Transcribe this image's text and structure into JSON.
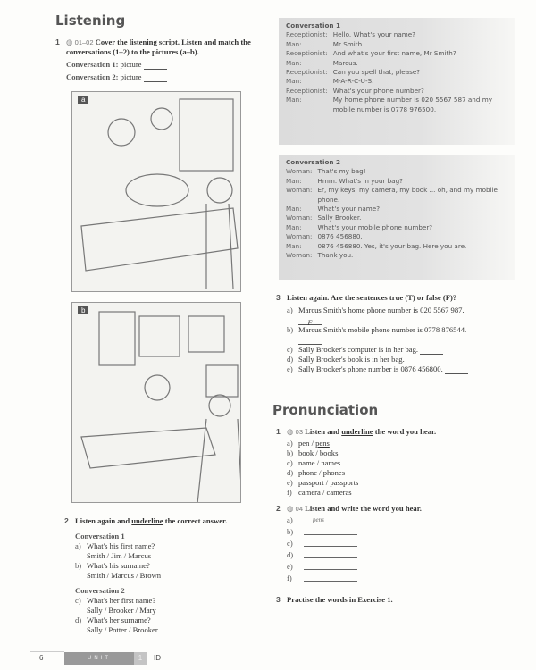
{
  "listening": {
    "title": "Listening",
    "ex1": {
      "num": "1",
      "track": "01–02",
      "instruction": "Cover the listening script. Listen and match the conversations (1–2) to the pictures (a–b).",
      "items": [
        {
          "label": "Conversation 1:",
          "text": "picture"
        },
        {
          "label": "Conversation 2:",
          "text": "picture"
        }
      ]
    },
    "pictures": [
      {
        "label": "a"
      },
      {
        "label": "b"
      }
    ],
    "ex2": {
      "num": "2",
      "instruction_pre": "Listen again and ",
      "instruction_u": "underline",
      "instruction_post": " the correct answer.",
      "groups": [
        {
          "title": "Conversation 1",
          "items": [
            {
              "k": "a)",
              "q": "What's his first name?",
              "opts": "Smith / Jim / Marcus"
            },
            {
              "k": "b)",
              "q": "What's his surname?",
              "opts": "Smith / Marcus / Brown"
            }
          ]
        },
        {
          "title": "Conversation 2",
          "items": [
            {
              "k": "c)",
              "q": "What's her first name?",
              "opts": "Sally / Brooker / Mary"
            },
            {
              "k": "d)",
              "q": "What's her surname?",
              "opts": "Sally / Potter / Brooker"
            }
          ]
        }
      ]
    },
    "conv1": {
      "title": "Conversation 1",
      "lines": [
        [
          "Receptionist:",
          "Hello. What's your name?"
        ],
        [
          "Man:",
          "Mr Smith."
        ],
        [
          "Receptionist:",
          "And what's your first name, Mr Smith?"
        ],
        [
          "Man:",
          "Marcus."
        ],
        [
          "Receptionist:",
          "Can you spell that, please?"
        ],
        [
          "Man:",
          "M-A-R-C-U-S."
        ],
        [
          "Receptionist:",
          "What's your phone number?"
        ],
        [
          "Man:",
          "My home phone number is 020 5567 587 and my mobile number is 0778 976500."
        ]
      ]
    },
    "conv2": {
      "title": "Conversation 2",
      "lines": [
        [
          "Woman:",
          "That's my bag!"
        ],
        [
          "Man:",
          "Hmm. What's in your bag?"
        ],
        [
          "Woman:",
          "Er, my keys, my camera, my book ... oh, and my mobile phone."
        ],
        [
          "Man:",
          "What's your name?"
        ],
        [
          "Woman:",
          "Sally Brooker."
        ],
        [
          "Man:",
          "What's your mobile phone number?"
        ],
        [
          "Woman:",
          "0876 456880."
        ],
        [
          "Man:",
          "0876 456880. Yes, it's your bag. Here you are."
        ],
        [
          "Woman:",
          "Thank you."
        ]
      ]
    },
    "ex3": {
      "num": "3",
      "instruction": "Listen again. Are the sentences true (T) or false (F)?",
      "items": [
        {
          "k": "a)",
          "text": "Marcus Smith's home phone number is 020 5567 987.",
          "answer": "F"
        },
        {
          "k": "b)",
          "text": "Marcus Smith's mobile phone number is 0778 876544.",
          "answer": ""
        },
        {
          "k": "c)",
          "text": "Sally Brooker's computer is in her bag.",
          "answer": ""
        },
        {
          "k": "d)",
          "text": "Sally Brooker's book is in her bag.",
          "answer": ""
        },
        {
          "k": "e)",
          "text": "Sally Brooker's phone number is 0876 456800.",
          "answer": ""
        }
      ]
    }
  },
  "pronunciation": {
    "title": "Pronunciation",
    "ex1": {
      "num": "1",
      "track": "03",
      "instruction_pre": "Listen and ",
      "instruction_u": "underline",
      "instruction_post": " the word you hear.",
      "items": [
        {
          "k": "a)",
          "w1": "pen",
          "w2": "pens"
        },
        {
          "k": "b)",
          "w1": "book",
          "w2": "books"
        },
        {
          "k": "c)",
          "w1": "name",
          "w2": "names"
        },
        {
          "k": "d)",
          "w1": "phone",
          "w2": "phones"
        },
        {
          "k": "e)",
          "w1": "passport",
          "w2": "passports"
        },
        {
          "k": "f)",
          "w1": "camera",
          "w2": "cameras"
        }
      ]
    },
    "ex2": {
      "num": "2",
      "track": "04",
      "instruction": "Listen and write the word you hear.",
      "items": [
        {
          "k": "a)",
          "v": "pens"
        },
        {
          "k": "b)",
          "v": ""
        },
        {
          "k": "c)",
          "v": ""
        },
        {
          "k": "d)",
          "v": ""
        },
        {
          "k": "e)",
          "v": ""
        },
        {
          "k": "f)",
          "v": ""
        }
      ]
    },
    "ex3": {
      "num": "3",
      "instruction": "Practise the words in Exercise 1."
    }
  },
  "footer": {
    "page": "6",
    "unit_label": "UNIT",
    "unit_num": "1",
    "section": "ID"
  }
}
